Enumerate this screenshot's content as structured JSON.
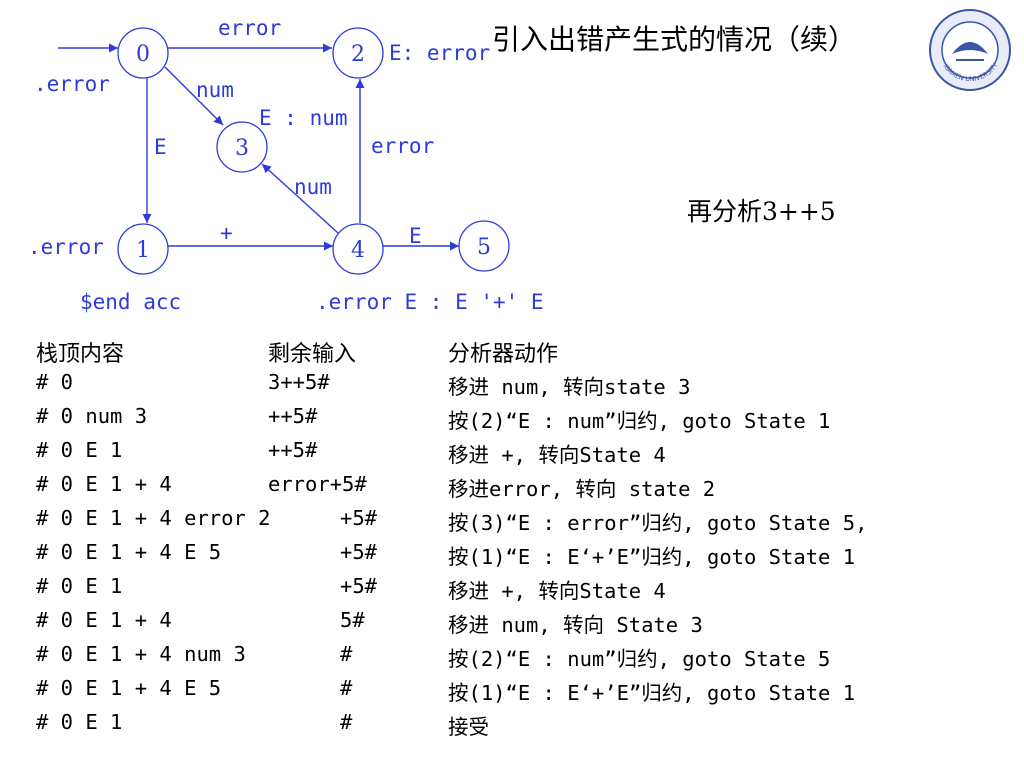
{
  "slide": {
    "title": "引入出错产生式的情况（续）",
    "subtitle": "再分析3++5"
  },
  "colors": {
    "diagram": "#2d3bd8",
    "text": "#000000",
    "background": "#ffffff"
  },
  "logo": {
    "icon": "university-seal-icon",
    "text": "XIAMEN UNIVERSITY"
  },
  "automaton": {
    "states": [
      {
        "id": "0",
        "label": "0"
      },
      {
        "id": "1",
        "label": "1"
      },
      {
        "id": "2",
        "label": "2"
      },
      {
        "id": "3",
        "label": "3"
      },
      {
        "id": "4",
        "label": "4"
      },
      {
        "id": "5",
        "label": "5"
      }
    ],
    "transitions": [
      {
        "from": "0",
        "to": "2",
        "label": "error"
      },
      {
        "from": "0",
        "to": "3",
        "label": "num"
      },
      {
        "from": "0",
        "to": "1",
        "label": "E"
      },
      {
        "from": "1",
        "to": "4",
        "label": "+"
      },
      {
        "from": "4",
        "to": "3",
        "label": "num"
      },
      {
        "from": "4",
        "to": "2",
        "label": "error"
      },
      {
        "from": "4",
        "to": "5",
        "label": "E"
      }
    ],
    "items": {
      "s0": ".error",
      "s1": ".error",
      "s1_accept": "$end acc",
      "s2": "E: error",
      "s3": "E : num",
      "s4": ".error E : E '+' E"
    }
  },
  "trace": {
    "headers": [
      "栈顶内容",
      "剩余输入",
      "分析器动作"
    ],
    "rows": [
      [
        "# 0",
        "3++5#",
        "移进 num, 转向state 3"
      ],
      [
        "# 0 num 3",
        "++5#",
        "按(2)“E : num”归约, goto State 1"
      ],
      [
        "# 0 E 1",
        "++5#",
        "移进 +, 转向State 4"
      ],
      [
        "# 0 E 1 + 4",
        "error+5#",
        "移进error, 转向 state 2"
      ],
      [
        "# 0 E 1 + 4 error 2",
        "+5#",
        "按(3)“E : error”归约, goto State 5,"
      ],
      [
        "# 0 E 1 + 4 E 5",
        "+5#",
        "按(1)“E : E‘+’E”归约, goto State 1"
      ],
      [
        "# 0 E 1",
        "+5#",
        "移进 +, 转向State 4"
      ],
      [
        "# 0 E 1 + 4",
        "5#",
        "移进 num, 转向 State 3"
      ],
      [
        "# 0 E 1 + 4 num 3",
        "#",
        "按(2)“E : num”归约, goto State 5"
      ],
      [
        "# 0 E 1 + 4 E 5",
        "#",
        "按(1)“E : E‘+’E”归约, goto State 1"
      ],
      [
        "# 0 E 1",
        "#",
        "接受"
      ]
    ]
  }
}
